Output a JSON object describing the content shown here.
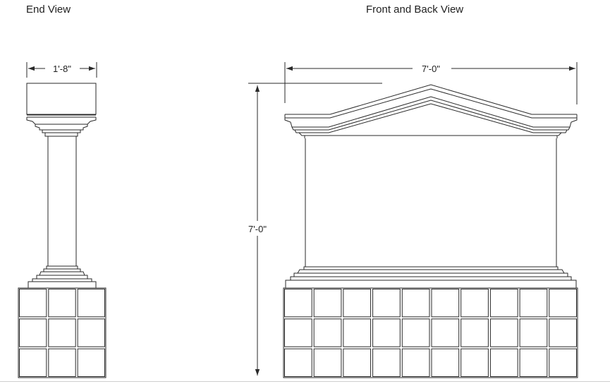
{
  "views": {
    "end": {
      "title": "End View",
      "width_label": "1'-8\""
    },
    "front": {
      "title": "Front and Back View",
      "width_label": "7'-0\"",
      "height_label": "7'-0\""
    }
  }
}
